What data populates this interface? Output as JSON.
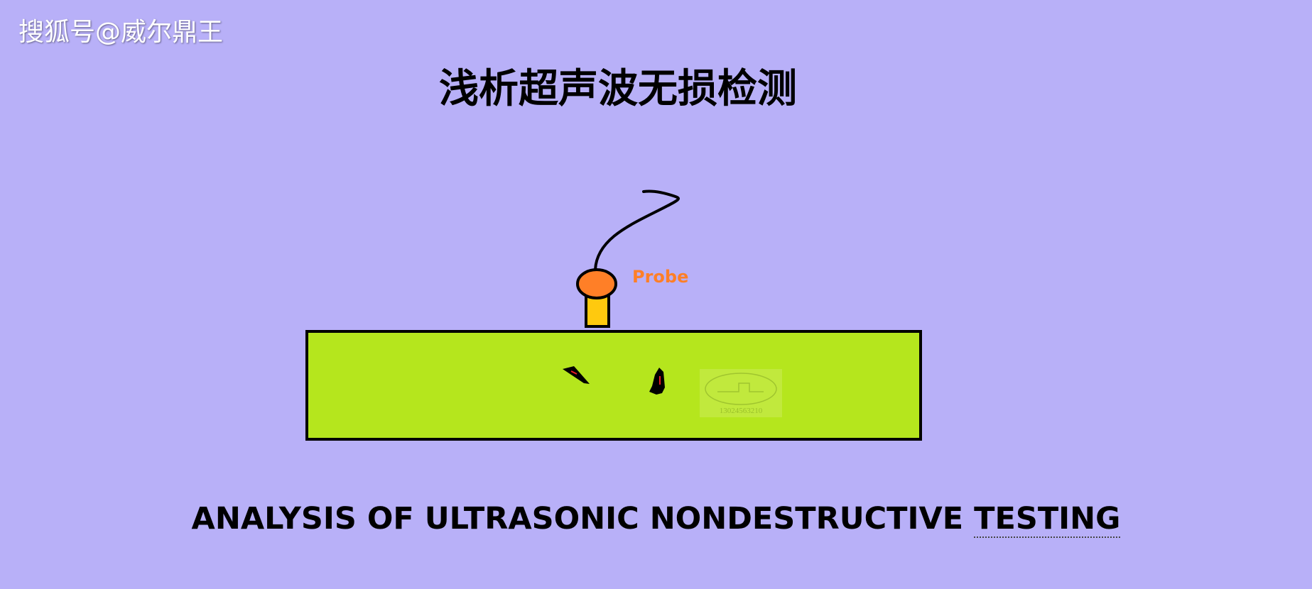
{
  "watermark": "搜狐号@威尔鼎王",
  "title": "浅析超声波无损检测",
  "subtitle_main": "ANALYSIS OF ULTRASONIC NONDESTRUCTIVE",
  "subtitle_last": "TESTING",
  "probe_label": "Probe",
  "stamp_number": "13024563210",
  "colors": {
    "background": "#b8b0f8",
    "specimen": "#b5e61d",
    "probe_head": "#ff7f27",
    "probe_body": "#ffc90e",
    "probe_label": "#ff7f27",
    "defect_red": "#ed1c24"
  }
}
